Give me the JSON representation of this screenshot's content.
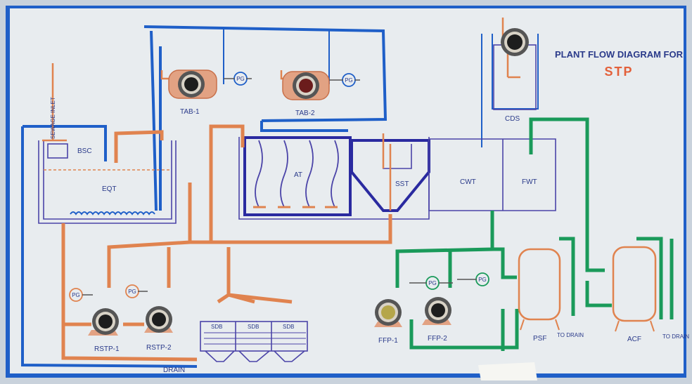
{
  "title": {
    "line1": "PLANT FLOW DIAGRAM FOR",
    "line2": "STP"
  },
  "labels": {
    "sewage_inlet": "SEWAGE INLET",
    "bsc": "BSC",
    "eqt": "EQT",
    "at": "AT",
    "sst": "SST",
    "cwt": "CWT",
    "fwt": "FWT",
    "cds": "CDS",
    "tab1": "TAB-1",
    "tab2": "TAB-2",
    "rstp1": "RSTP-1",
    "rstp2": "RSTP-2",
    "ffp1": "FFP-1",
    "ffp2": "FFP-2",
    "psf": "PSF",
    "acf": "ACF",
    "drain": "DRAIN",
    "to_drain_1": "TO DRAIN",
    "to_drain_2": "TO DRAIN",
    "sdb1": "SDB",
    "sdb2": "SDB",
    "sdb3": "SDB",
    "pg": "PG"
  },
  "colors": {
    "panel": "#e8ecef",
    "frame": "#1f5fc8",
    "air_line": "#1f5fc8",
    "sludge_line": "#e0834f",
    "filter_line": "#1a9a5a",
    "tank_outline": "#4b44a8"
  }
}
